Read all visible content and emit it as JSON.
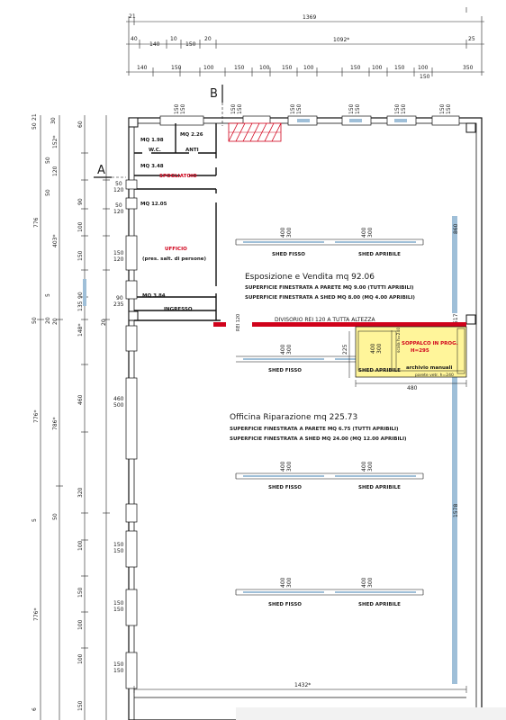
{
  "top_dimensions": {
    "row1": [
      "21",
      "1369"
    ],
    "row2": [
      "40",
      "140",
      "10",
      "150",
      "20",
      "1092*",
      "25"
    ],
    "row3": [
      "140",
      "150",
      "100",
      "150",
      "100",
      "150",
      "100",
      "150",
      "100",
      "150",
      "100",
      "150",
      "350"
    ]
  },
  "left_dimensions": {
    "outer": [
      "776",
      "776*",
      "776*"
    ],
    "middle": [
      "403*",
      "786*"
    ],
    "inner": [
      "30",
      "152*",
      "60",
      "120",
      "90",
      "100",
      "150",
      "135",
      "90",
      "20",
      "148*",
      "460",
      "320",
      "50",
      "100",
      "150",
      "100",
      "100",
      "150"
    ],
    "small": [
      "50",
      "21",
      "50",
      "50",
      "5",
      "20",
      "50",
      "5",
      "6",
      "20"
    ]
  },
  "section_markers": {
    "a": "A",
    "b": "B"
  },
  "rooms": {
    "wc": {
      "area": "MQ 1.98",
      "name": "W.C."
    },
    "anti": {
      "area": "MQ 2.26",
      "name": "ANTI"
    },
    "spogliatoio": {
      "area": "MQ 3.48",
      "name": "SPOGLIATOIO"
    },
    "ufficio": {
      "area": "MQ 12.05",
      "name": "UFFICIO",
      "note": "(pres. salt. di persone)"
    },
    "ingresso": {
      "area": "MQ 3.84",
      "name": "INGRESSO"
    }
  },
  "opening_dims": {
    "o1": [
      "50",
      "120"
    ],
    "o2": [
      "50",
      "120"
    ],
    "o3": [
      "150",
      "120"
    ],
    "o4": [
      "90",
      "235"
    ],
    "o5": [
      "460",
      "500"
    ],
    "o6": [
      "150",
      "150"
    ],
    "o7": [
      "150",
      "150"
    ],
    "o8": [
      "150",
      "150"
    ],
    "top_windows": [
      "150",
      "150"
    ]
  },
  "esposizione": {
    "title": "Esposizione e Vendita mq 92.06",
    "line1": "SUPERFICIE FINESTRATA A PARETE MQ 9.00 (TUTTI APRIBILI)",
    "line2": "SUPERFICIE FINESTRATA A SHED MQ 8.00 (MQ 4.00 APRIBILI)"
  },
  "divisorio": "DIVISORIO REI 120 A TUTTA ALTEZZA",
  "rei": "REI 120",
  "soppalco": {
    "title": "SOPPALCO IN PROG.",
    "height": "H=295",
    "archive": "archivio manuali",
    "note": "parete vetr. h=240",
    "stair": "scala h=240",
    "width": "480",
    "dim225": "225"
  },
  "officina": {
    "title": "Officina Riparazione mq 225.73",
    "line1": "SUPERFICIE FINESTRATA A PARETE MQ 6.75 (TUTTI APRIBILI)",
    "line2": "SUPERFICIE FINESTRATA A SHED MQ 24.00 (MQ 12.00 APRIBILI)"
  },
  "sheds": {
    "fisso": "SHED FISSO",
    "apribile": "SHED APRIBILE",
    "dims": [
      "400",
      "300"
    ]
  },
  "right_dims": {
    "top": "860",
    "bottom": "1578",
    "mid": "517"
  },
  "bottom_dim": "1432*",
  "colors": {
    "wall": "#111111",
    "red": "#d0021b",
    "blue": "#9fbfd8",
    "yellow": "#fff59a"
  }
}
